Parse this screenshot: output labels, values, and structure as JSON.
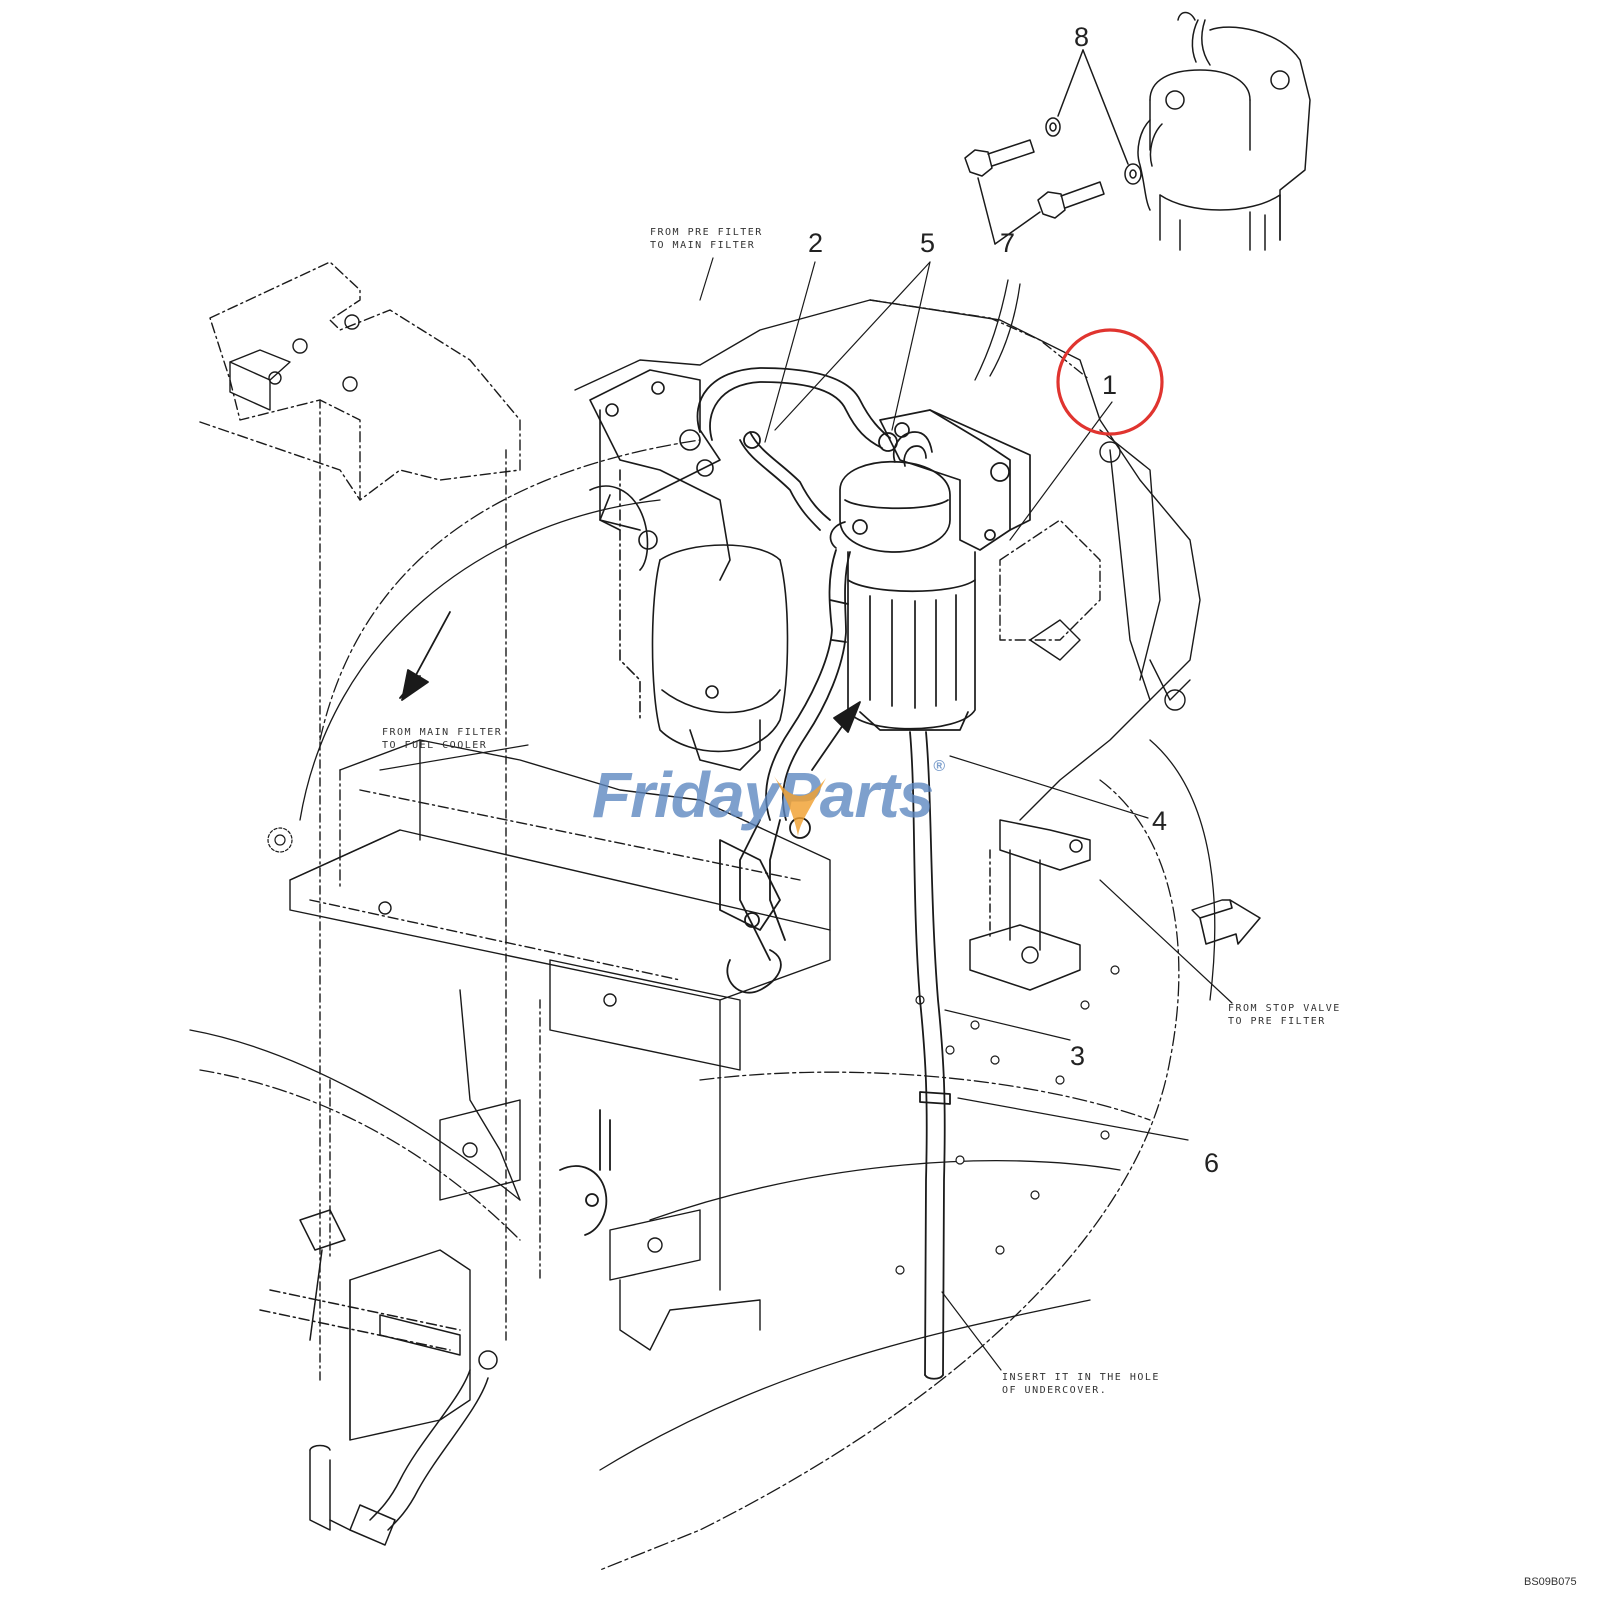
{
  "drawing": {
    "code": "BS09B075",
    "callouts": [
      "1",
      "2",
      "3",
      "4",
      "5",
      "6",
      "7",
      "8"
    ],
    "notes": {
      "pre_to_main": "FROM PRE FILTER\nTO MAIN FILTER",
      "main_to_cooler": "FROM MAIN FILTER\nTO FUEL COOLER",
      "stop_to_pre": "FROM STOP VALVE\nTO PRE FILTER",
      "insert_hole": "INSERT IT IN THE HOLE\nOF UNDERCOVER."
    },
    "highlight_color": "#e0342f",
    "line_color": "#1a1a1a"
  },
  "watermark": {
    "brand_a": "Friday",
    "brand_b": "Parts",
    "mark": "®",
    "color_text": "#5b86c0",
    "color_accent": "#f0a030"
  }
}
